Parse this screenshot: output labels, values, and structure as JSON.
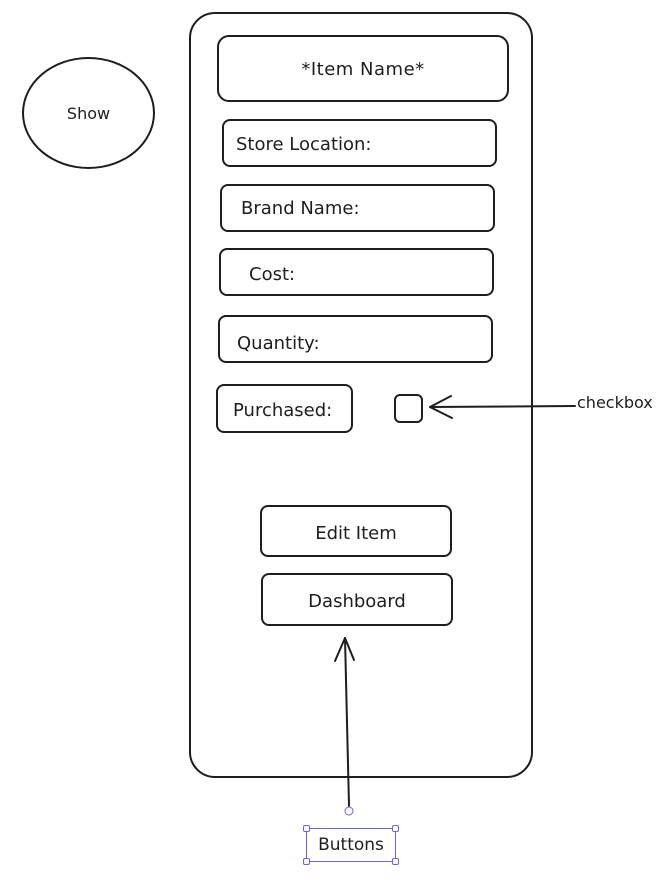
{
  "circle": {
    "label": "Show"
  },
  "screen": {
    "title": "*Item Name*",
    "fields": {
      "store_location": "Store Location:",
      "brand_name": "Brand Name:",
      "cost": "Cost:",
      "quantity": "Quantity:"
    },
    "purchased_label": "Purchased:",
    "buttons": {
      "edit": "Edit Item",
      "dashboard": "Dashboard"
    }
  },
  "annotations": {
    "checkbox": "checkbox",
    "buttons": "Buttons"
  },
  "colors": {
    "stroke": "#1e1e1e",
    "selection": "#6965db",
    "background": "#ffffff"
  }
}
